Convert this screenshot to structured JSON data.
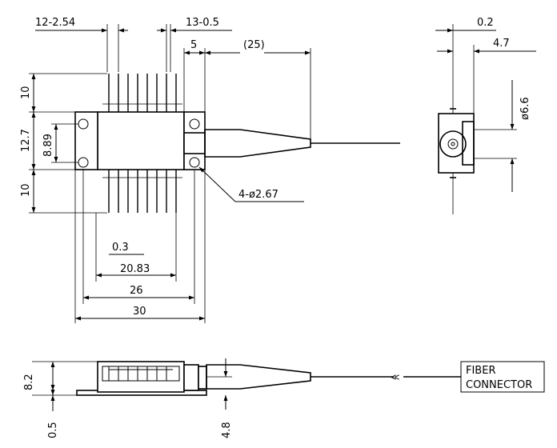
{
  "top_view": {
    "dims": {
      "pin_count_pitch": "12-2.54",
      "lead_count_width": "13-0.5",
      "flange_gap": "5",
      "fiber_length": "(25)",
      "lead_len_top": "10",
      "body_height": "12.7",
      "hole_spacing": "8.89",
      "lead_len_bottom": "10",
      "hole_callout": "4-ø2.67",
      "pin_width": "0.3",
      "pin_span": "20.83",
      "hole_span": "26",
      "overall_length": "30"
    }
  },
  "end_view": {
    "dims": {
      "top_offset": "0.2",
      "nose_length": "4.7",
      "nose_diameter": "ø6.6"
    }
  },
  "side_view": {
    "dims": {
      "height": "8.2",
      "flange_thickness": "0.5",
      "fiber_height": "4.8"
    },
    "connector_label_line1": "FIBER",
    "connector_label_line2": "CONNECTOR"
  }
}
